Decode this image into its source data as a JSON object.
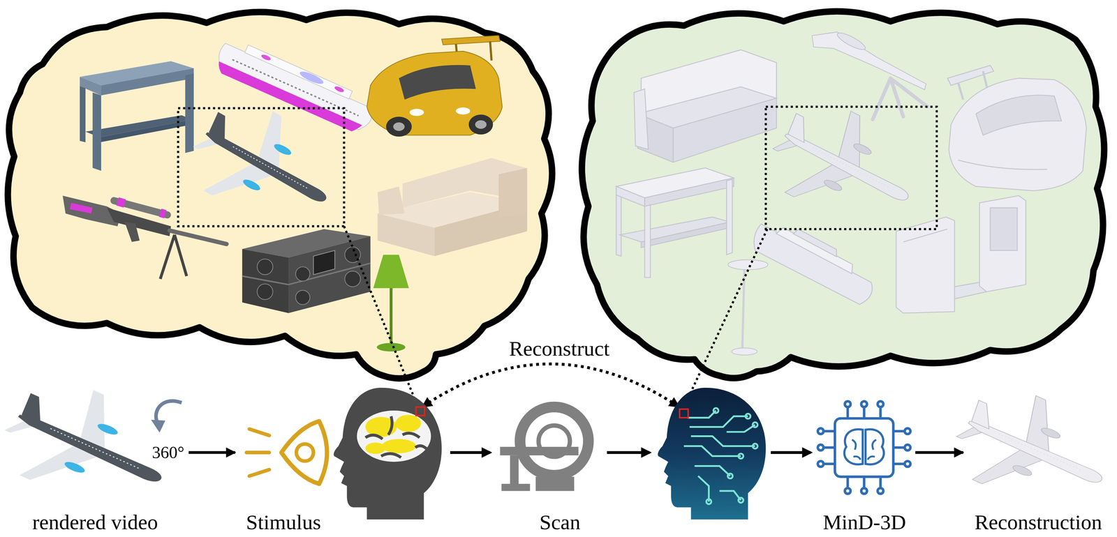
{
  "diagram": {
    "nodes": [
      {
        "text": [
          "rendered video"
        ]
      },
      {
        "text": [
          "Stimulus"
        ]
      },
      {
        "text": [
          "Scan"
        ]
      },
      {
        "text": [
          "MinD-3D"
        ]
      },
      {
        "text": [
          "Reconstruction"
        ]
      }
    ],
    "edges": [
      {
        "from": 0,
        "to": 1,
        "arrow": "to"
      },
      {
        "from": 3,
        "to": 4,
        "arrow": "to"
      }
    ],
    "labels": [
      "360°",
      "Reconstruct"
    ]
  }
}
